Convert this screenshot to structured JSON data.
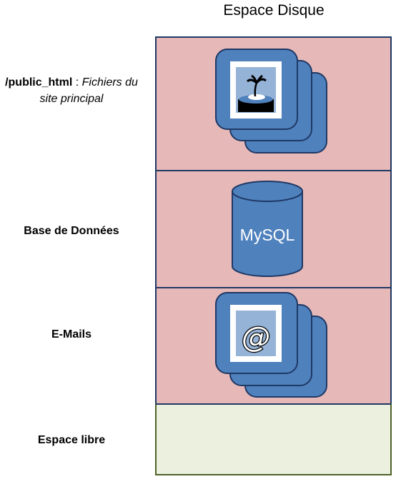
{
  "title": "Espace Disque",
  "sections": [
    {
      "id": "public_html",
      "label_bold": "/public_html",
      "label_sep": " : ",
      "label_italic": "Fichiers du site principal",
      "icon": "image-file-stack-icon"
    },
    {
      "id": "database",
      "label_bold": "Base de Données",
      "icon": "mysql-database-icon",
      "icon_text": "MySQL"
    },
    {
      "id": "emails",
      "label_bold": "E-Mails",
      "icon": "email-stack-icon",
      "icon_text": "@"
    },
    {
      "id": "free",
      "label_bold": "Espace libre"
    }
  ],
  "colors": {
    "used_fill": "#e6b9b8",
    "free_fill": "#ebf1de",
    "used_border": "#1f3864",
    "free_border": "#4f6228",
    "icon_fill": "#4f81bd",
    "icon_stroke": "#1f3864",
    "inner_fill": "#95b3d7"
  }
}
